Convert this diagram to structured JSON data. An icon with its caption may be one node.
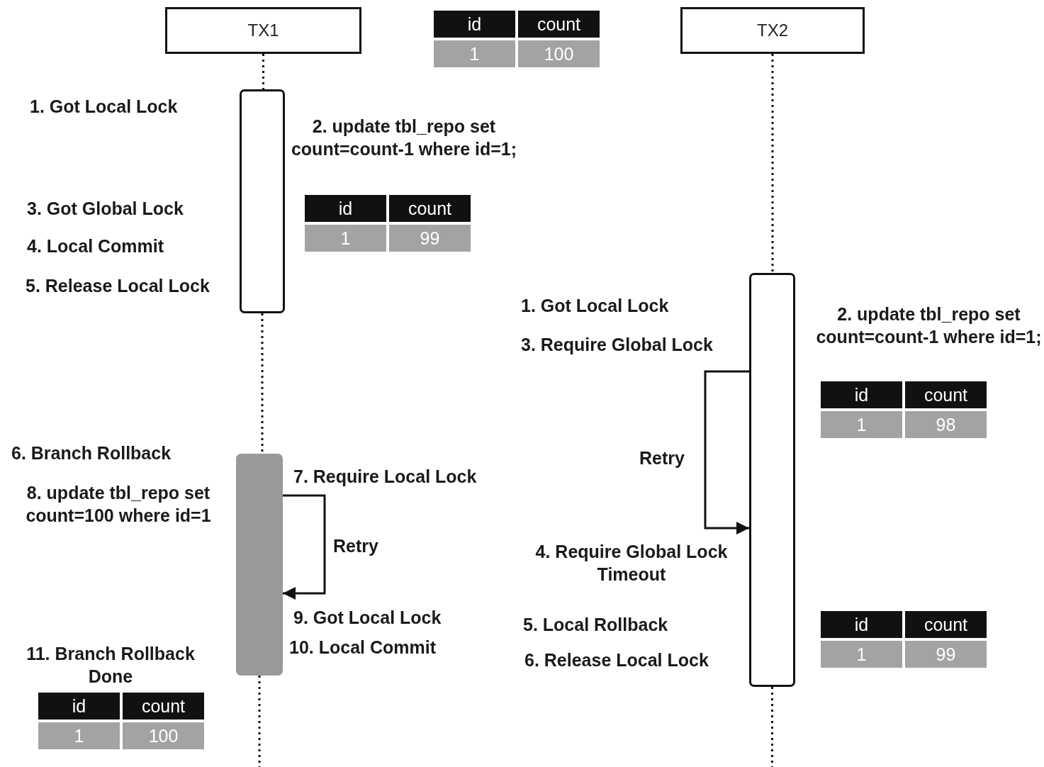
{
  "diagram": {
    "nodes": [
      {
        "text": [
          "TX1"
        ]
      },
      {
        "text": [
          "TX2"
        ]
      },
      {
        "text": [],
        "shape": "box"
      },
      {
        "text": [],
        "shape": "bar"
      },
      {
        "text": [],
        "shape": "box"
      }
    ],
    "edges": [
      {
        "from": 0,
        "to": 2,
        "arrow": "none",
        "style": "dashed"
      },
      {
        "from": 2,
        "to": 3,
        "arrow": "none",
        "style": "dashed"
      },
      {
        "from": 3,
        "to": null,
        "arrow": "none",
        "style": "dashed"
      },
      {
        "from": 3,
        "to": 3,
        "arrow": "to",
        "label": "Retry"
      },
      {
        "from": 1,
        "to": 4,
        "arrow": "none",
        "style": "dashed"
      },
      {
        "from": 4,
        "to": null,
        "arrow": "none",
        "style": "dashed"
      },
      {
        "from": 4,
        "to": 4,
        "arrow": "to",
        "label": "Retry"
      }
    ],
    "labels": [
      "id",
      "count",
      "1",
      "100",
      "1. Got Local Lock",
      "2. update tbl_repo set count=count-1 where id=1;",
      "id",
      "count",
      "1",
      "99",
      "3. Got Global Lock",
      "4. Local Commit",
      "5. Release Local Lock",
      "1. Got Local Lock",
      "2. update tbl_repo set count=count-1 where id=1;",
      "3. Require Global Lock",
      "id",
      "count",
      "1",
      "98",
      "6. Branch Rollback",
      "7. Require Local Lock",
      "8. update tbl_repo set count=100 where id=1",
      "4. Require Global Lock Timeout",
      "9. Got Local Lock",
      "5. Local Rollback",
      "id",
      "count",
      "1",
      "99",
      "10. Local Commit",
      "6. Release Local Lock",
      "11. Branch Rollback Done",
      "id",
      "count",
      "1",
      "100"
    ]
  }
}
